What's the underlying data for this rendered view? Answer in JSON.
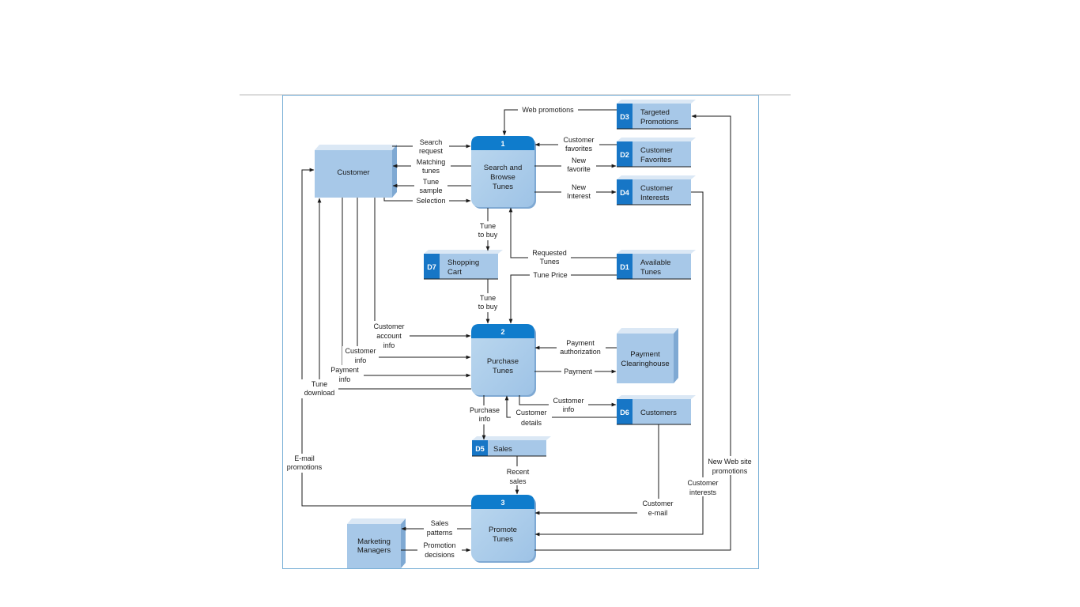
{
  "entities": {
    "customer": "Customer",
    "payment_clearinghouse": [
      "Payment",
      "Clearinghouse"
    ],
    "marketing_managers": [
      "Marketing",
      "Managers"
    ]
  },
  "processes": {
    "p1": {
      "number": "1",
      "name": [
        "Search and",
        "Browse",
        "Tunes"
      ]
    },
    "p2": {
      "number": "2",
      "name": [
        "Purchase",
        "Tunes"
      ]
    },
    "p3": {
      "number": "3",
      "name": [
        "Promote",
        "Tunes"
      ]
    }
  },
  "datastores": {
    "d3": {
      "id": "D3",
      "name": [
        "Targeted",
        "Promotions"
      ]
    },
    "d2": {
      "id": "D2",
      "name": [
        "Customer",
        "Favorites"
      ]
    },
    "d4": {
      "id": "D4",
      "name": [
        "Customer",
        "Interests"
      ]
    },
    "d1": {
      "id": "D1",
      "name": [
        "Available",
        "Tunes"
      ]
    },
    "d7": {
      "id": "D7",
      "name": [
        "Shopping",
        "Cart"
      ]
    },
    "d6": {
      "id": "D6",
      "name": [
        "Customers"
      ]
    },
    "d5": {
      "id": "D5",
      "name": [
        "Sales"
      ]
    }
  },
  "flows": {
    "web_promotions": "Web promotions",
    "search_request": [
      "Search",
      "request"
    ],
    "matching_tunes": [
      "Matching",
      "tunes"
    ],
    "tune_sample": [
      "Tune",
      "sample"
    ],
    "selection": "Selection",
    "customer_favorites": [
      "Customer",
      "favorites"
    ],
    "new_favorite": [
      "New",
      "favorite"
    ],
    "new_interest": [
      "New",
      "Interest"
    ],
    "tune_to_buy_1": [
      "Tune",
      "to buy"
    ],
    "requested_tunes": [
      "Requested",
      "Tunes"
    ],
    "tune_price": "Tune Price",
    "tune_to_buy_2": [
      "Tune",
      "to buy"
    ],
    "customer_account_info": [
      "Customer",
      "account",
      "info"
    ],
    "customer_info": [
      "Customer",
      "info"
    ],
    "payment_info": [
      "Payment",
      "info"
    ],
    "tune_download": [
      "Tune",
      "download"
    ],
    "payment_authorization": [
      "Payment",
      "authorization"
    ],
    "payment": "Payment",
    "customer_info_2": [
      "Customer",
      "info"
    ],
    "purchase_info": [
      "Purchase",
      "info"
    ],
    "customer_details": [
      "Customer",
      "details"
    ],
    "email_promotions": [
      "E-mail",
      "promotions"
    ],
    "new_web_site_promotions": [
      "New Web site",
      "promotions"
    ],
    "customer_interests": [
      "Customer",
      "interests"
    ],
    "recent_sales": [
      "Recent",
      "sales"
    ],
    "customer_email": [
      "Customer",
      "e-mail"
    ],
    "sales_patterns": [
      "Sales",
      "patterns"
    ],
    "promotion_decisions": [
      "Promotion",
      "decisions"
    ]
  }
}
